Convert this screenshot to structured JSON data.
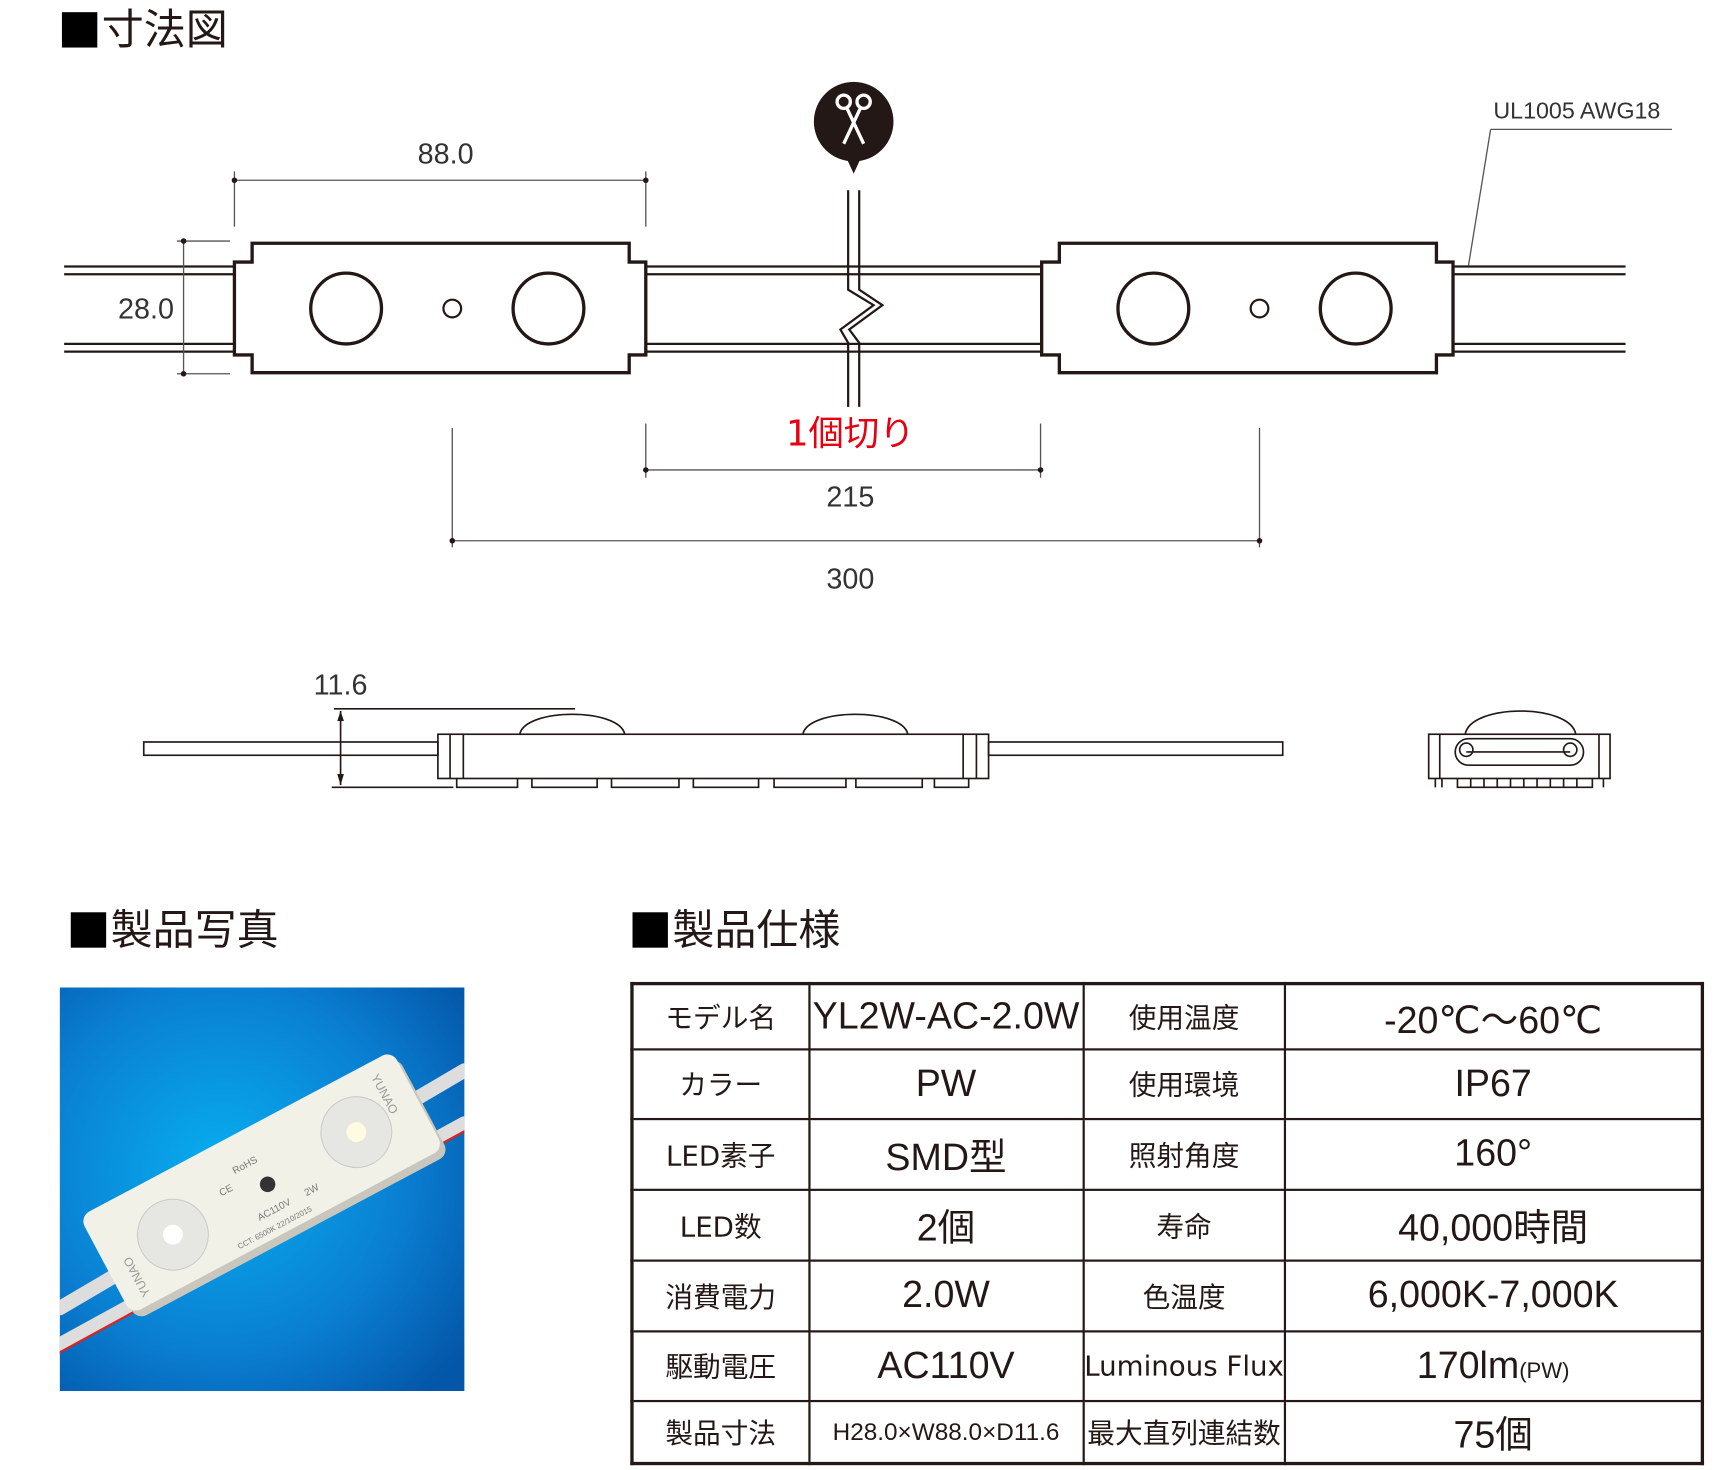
{
  "headings": {
    "dimensions": "寸法図",
    "photo": "製品写真",
    "specs": "製品仕様"
  },
  "drawing": {
    "width_dim": "88.0",
    "height_dim": "28.0",
    "cut_label": "1個切り",
    "pitch_dim": "215",
    "span_dim": "300",
    "wire_label": "UL1005  AWG18",
    "depth_dim": "11.6",
    "cut_color": "#e60012"
  },
  "photo_labels": {
    "brand": "YUNAO",
    "rohs": "RoHS",
    "ce": "CE",
    "voltage": "AC110V",
    "power": "2W",
    "cct": "CCT: 6500K  22/10/2015"
  },
  "specs": [
    {
      "k1": "モデル名",
      "v1": "YL2W-AC-2.0W",
      "k2": "使用温度",
      "v2": "-20℃～60℃"
    },
    {
      "k1": "カラー",
      "v1": "PW",
      "k2": "使用環境",
      "v2": "IP67"
    },
    {
      "k1": "LED素子",
      "v1": "SMD型",
      "k2": "照射角度",
      "v2": "160°"
    },
    {
      "k1": "LED数",
      "v1": "2個",
      "k2": "寿命",
      "v2": "40,000時間"
    },
    {
      "k1": "消費電力",
      "v1": "2.0W",
      "k2": "色温度",
      "v2": "6,000K-7,000K"
    },
    {
      "k1": "駆動電圧",
      "v1": "AC110V",
      "k2": "Luminous Flux",
      "v2": "170lm",
      "v2_suffix": "(PW)"
    },
    {
      "k1": "製品寸法",
      "v1": "H28.0×W88.0×D11.6",
      "k2": "最大直列連結数",
      "v2": "75個"
    }
  ]
}
